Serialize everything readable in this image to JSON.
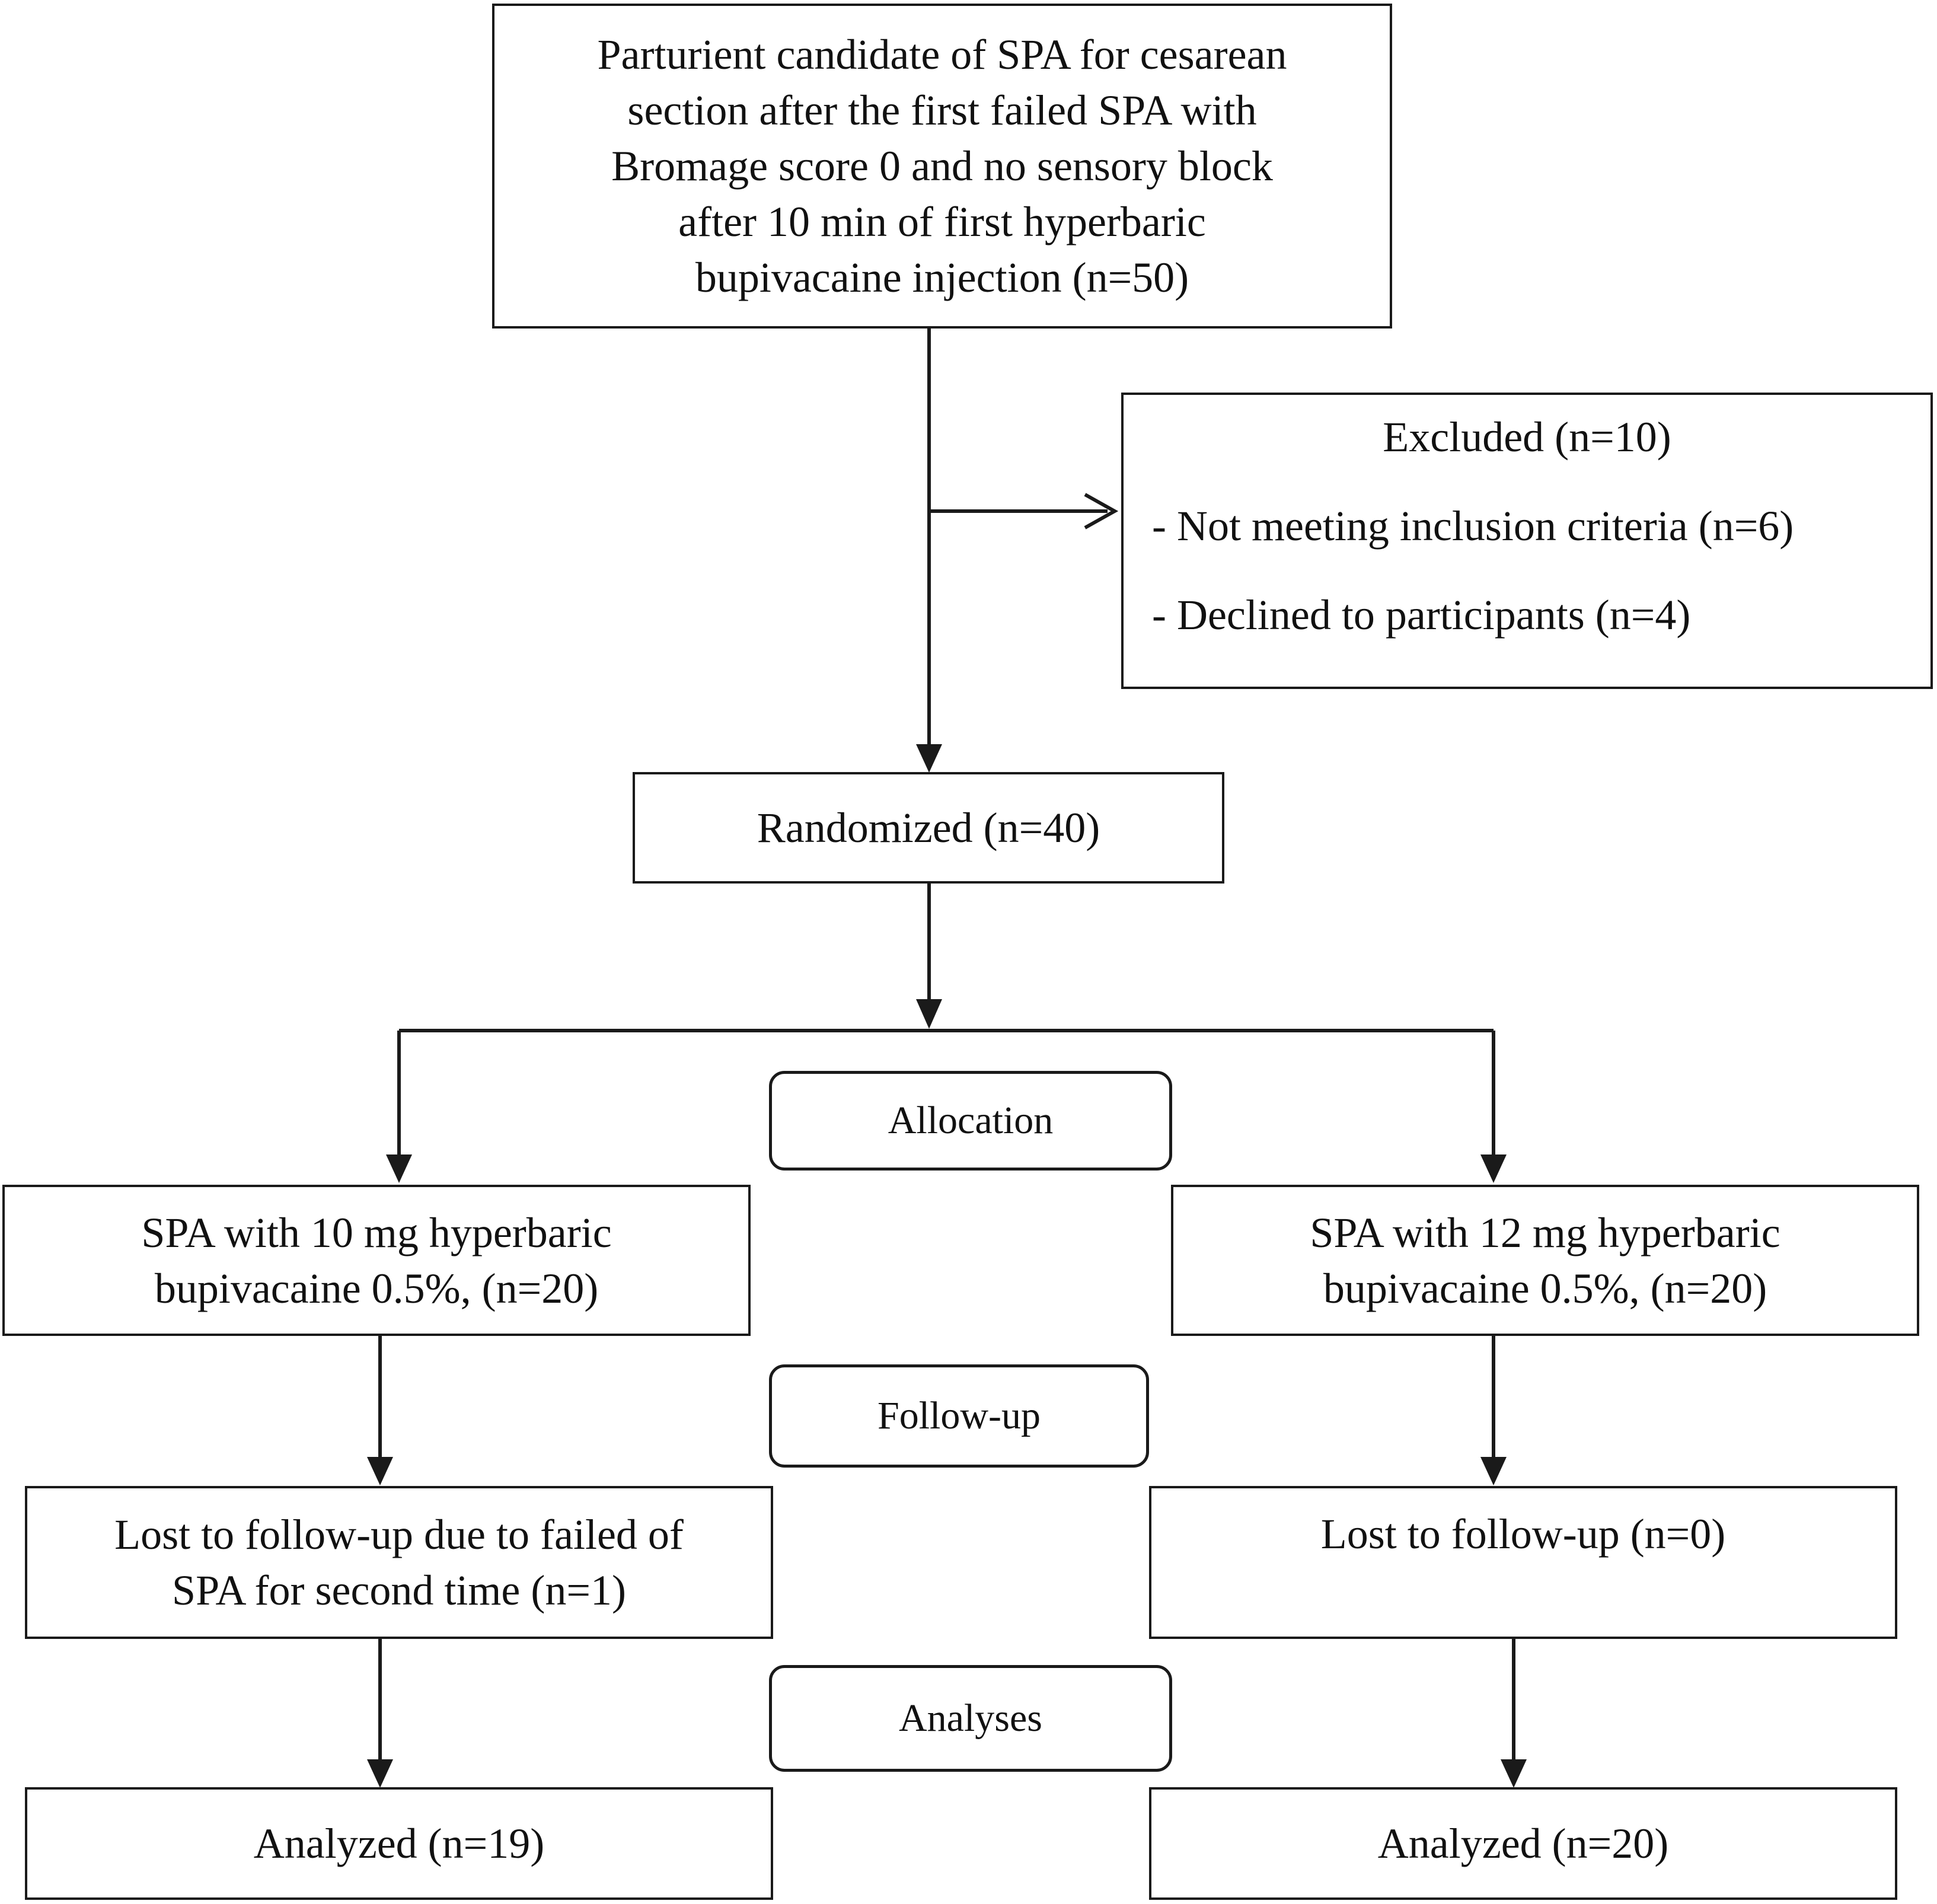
{
  "enrollment": {
    "lines": [
      "Parturient candidate of SPA for cesarean",
      "section after the first failed SPA with",
      "Bromage score 0 and no sensory block",
      "after 10 min of first hyperbaric",
      "bupivacaine injection (n=50)"
    ]
  },
  "excluded": {
    "title": "Excluded (n=10)",
    "items": [
      "- Not meeting inclusion criteria (n=6)",
      "- Declined to participants (n=4)"
    ]
  },
  "randomized": "Randomized (n=40)",
  "stages": {
    "allocation": "Allocation",
    "follow_up": "Follow-up",
    "analyses": "Analyses"
  },
  "groups": {
    "left": {
      "allocation": [
        "SPA with 10 mg hyperbaric",
        "bupivacaine 0.5%, (n=20)"
      ],
      "follow_up": [
        "Lost to follow-up due to failed of",
        "SPA for second time (n=1)"
      ],
      "analyzed": "Analyzed (n=19)"
    },
    "right": {
      "allocation": [
        "SPA with 12 mg hyperbaric",
        "bupivacaine 0.5%, (n=20)"
      ],
      "follow_up": [
        "Lost to follow-up (n=0)"
      ],
      "analyzed": "Analyzed (n=20)"
    }
  }
}
